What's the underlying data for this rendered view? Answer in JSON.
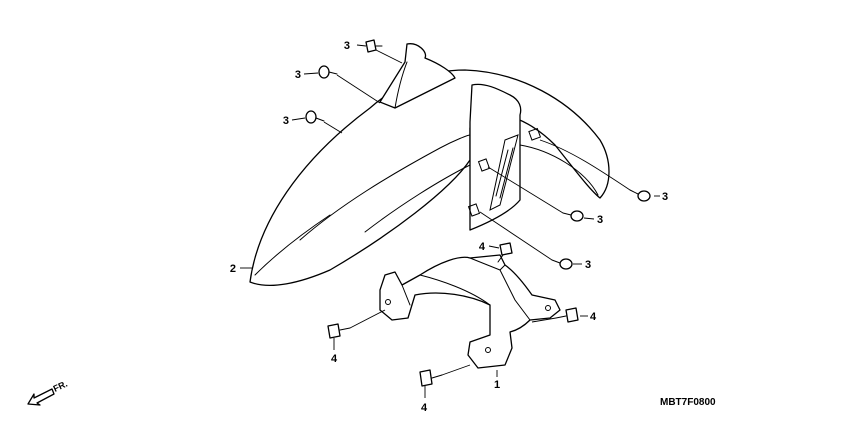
{
  "diagram_code": "MBT7F0800",
  "direction_label": "FR.",
  "callouts": [
    {
      "id": "c1",
      "label": "1"
    },
    {
      "id": "c2",
      "label": "2"
    },
    {
      "id": "c3a",
      "label": "3"
    },
    {
      "id": "c3b",
      "label": "3"
    },
    {
      "id": "c3c",
      "label": "3"
    },
    {
      "id": "c3d",
      "label": "3"
    },
    {
      "id": "c3e",
      "label": "3"
    },
    {
      "id": "c3f",
      "label": "3"
    },
    {
      "id": "c4a",
      "label": "4"
    },
    {
      "id": "c4b",
      "label": "4"
    },
    {
      "id": "c4c",
      "label": "4"
    },
    {
      "id": "c4d",
      "label": "4"
    }
  ]
}
